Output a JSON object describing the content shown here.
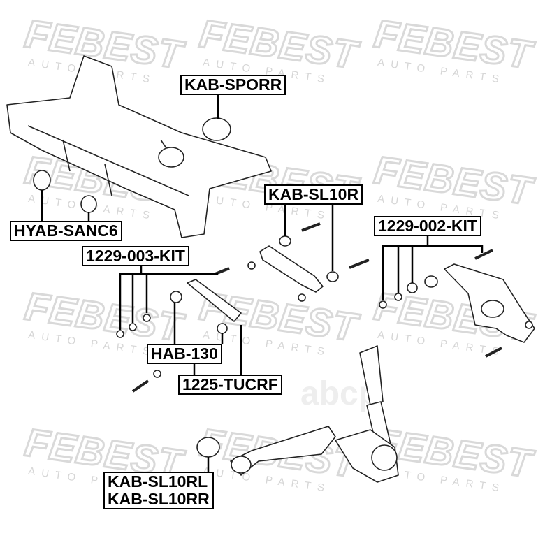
{
  "watermark": {
    "brand": "FEBEST",
    "tagline": "AUTO PARTS",
    "secondary": "abcp"
  },
  "labels": {
    "kab_sporr": "KAB-SPORR",
    "hyab_sanc6": "HYAB-SANC6",
    "kab_sl10r": "KAB-SL10R",
    "kit_1229_002": "1229-002-KIT",
    "kit_1229_003": "1229-003-KIT",
    "hab_130": "HAB-130",
    "tucrf_1225": "1225-TUCRF",
    "kab_sl10rl": "KAB-SL10RL",
    "kab_sl10rr": "KAB-SL10RR"
  }
}
